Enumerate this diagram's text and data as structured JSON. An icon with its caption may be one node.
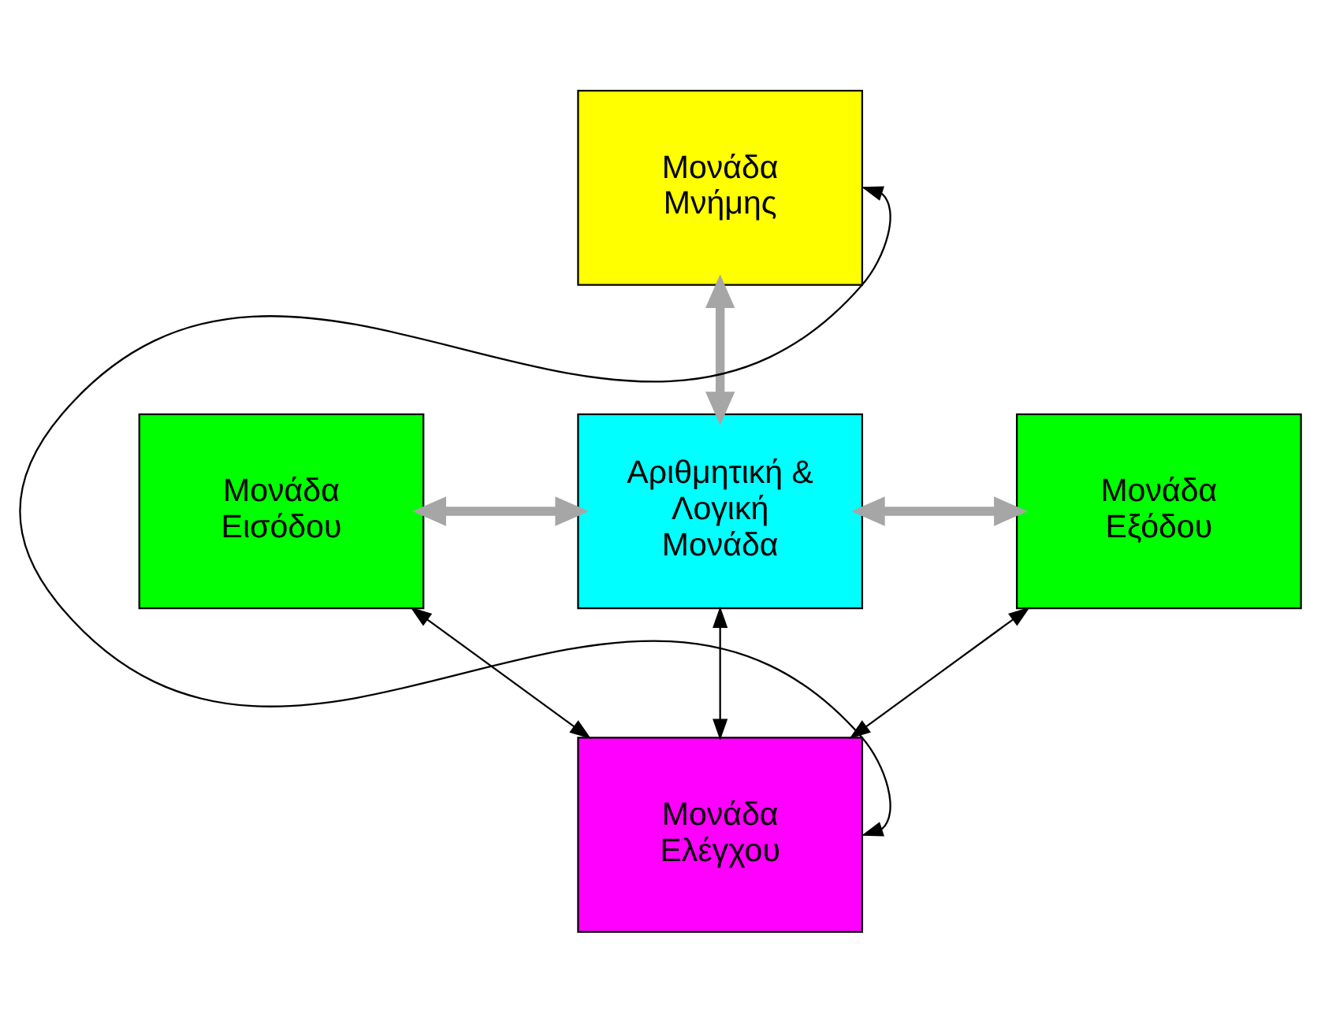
{
  "diagram": {
    "nodes": [
      {
        "text": [
          "Μονάδα Μνήμης"
        ]
      },
      {
        "text": [
          "Μονάδα Εισόδου"
        ]
      },
      {
        "text": [
          "Αριθμητική & Λογική Μονάδα"
        ]
      },
      {
        "text": [
          "Μονάδα Εξόδου"
        ]
      },
      {
        "text": [
          "Μονάδα Ελέγχου"
        ]
      }
    ],
    "edges": [
      {
        "from": 0,
        "to": 2,
        "arrow": "both",
        "style": "thick",
        "color": "#a6a6a6"
      },
      {
        "from": 1,
        "to": 2,
        "arrow": "both",
        "style": "thick",
        "color": "#a6a6a6"
      },
      {
        "from": 2,
        "to": 3,
        "arrow": "both",
        "style": "thick",
        "color": "#a6a6a6"
      },
      {
        "from": 1,
        "to": 4,
        "arrow": "both"
      },
      {
        "from": 2,
        "to": 4,
        "arrow": "both"
      },
      {
        "from": 3,
        "to": 4,
        "arrow": "both"
      },
      {
        "from": 0,
        "to": 4,
        "arrow": "both"
      }
    ]
  }
}
